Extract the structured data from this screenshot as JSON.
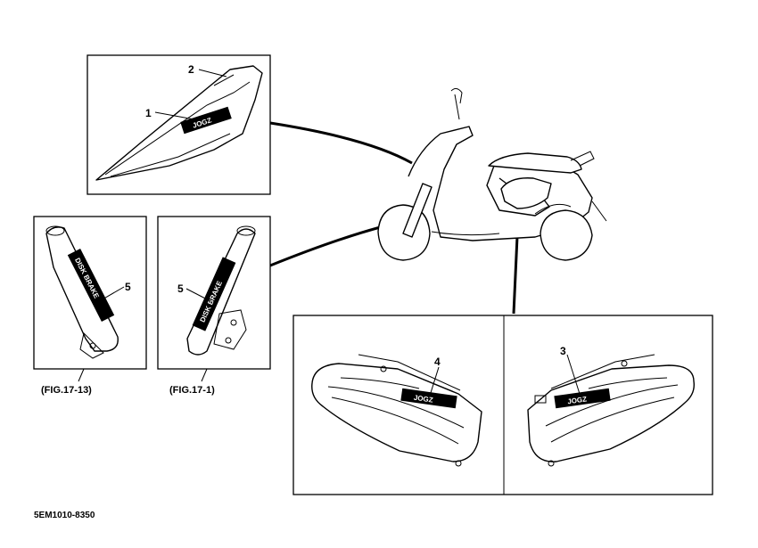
{
  "callouts": {
    "c1": "1",
    "c2": "2",
    "c3": "3",
    "c4": "4",
    "c5a": "5",
    "c5b": "5"
  },
  "captions": {
    "fig_left": "(FIG.17-13)",
    "fig_right": "(FIG.17-1)"
  },
  "decals": {
    "jog": "JOGZ",
    "disk_brake": "DISK BRAKE"
  },
  "drawing_code": "5EM1010-8350"
}
